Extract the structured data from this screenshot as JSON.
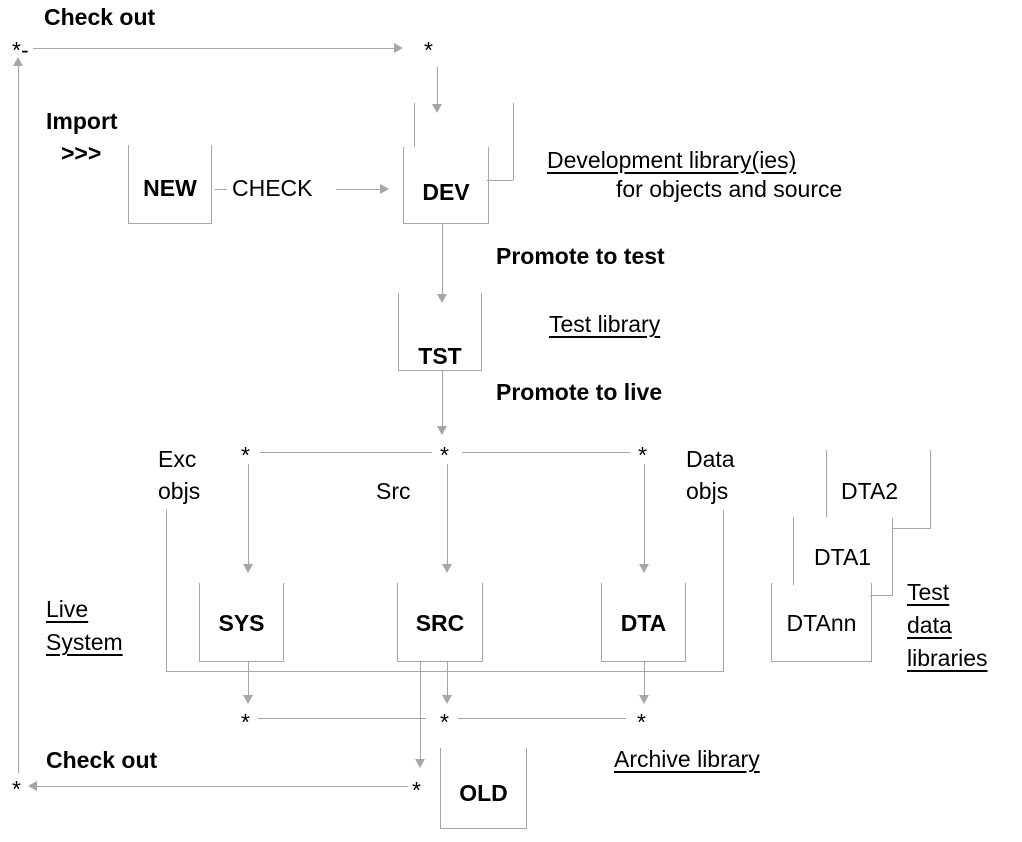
{
  "colors": {
    "line": "#a6a6a6",
    "text": "#000000",
    "background": "#ffffff"
  },
  "glyphs": {
    "star": "*",
    "star_dash": "*-",
    "chevrons": ">>>"
  },
  "flow": {
    "check_out_top": "Check out",
    "import": "Import",
    "check": "CHECK",
    "promote_test": "Promote to test",
    "promote_live": "Promote to live",
    "check_out_bottom": "Check out"
  },
  "nodes": {
    "new": "NEW",
    "dev": "DEV",
    "tst": "TST",
    "sys": "SYS",
    "src": "SRC",
    "dta": "DTA",
    "old": "OLD",
    "dta2": "DTA2",
    "dta1": "DTA1",
    "dtann": "DTAnn"
  },
  "captions": {
    "dev_library_line1": "Development library(ies)",
    "dev_library_line2": "for objects and source",
    "test_library": "Test library",
    "live_line1": "Live",
    "live_line2": "System",
    "archive": "Archive library",
    "test_data_line1": "Test",
    "test_data_line2": "data",
    "test_data_line3": "libraries"
  },
  "branch_labels": {
    "exc_line1": "Exc",
    "exc_line2": "objs",
    "src": "Src",
    "data_line1": "Data",
    "data_line2": "objs"
  }
}
